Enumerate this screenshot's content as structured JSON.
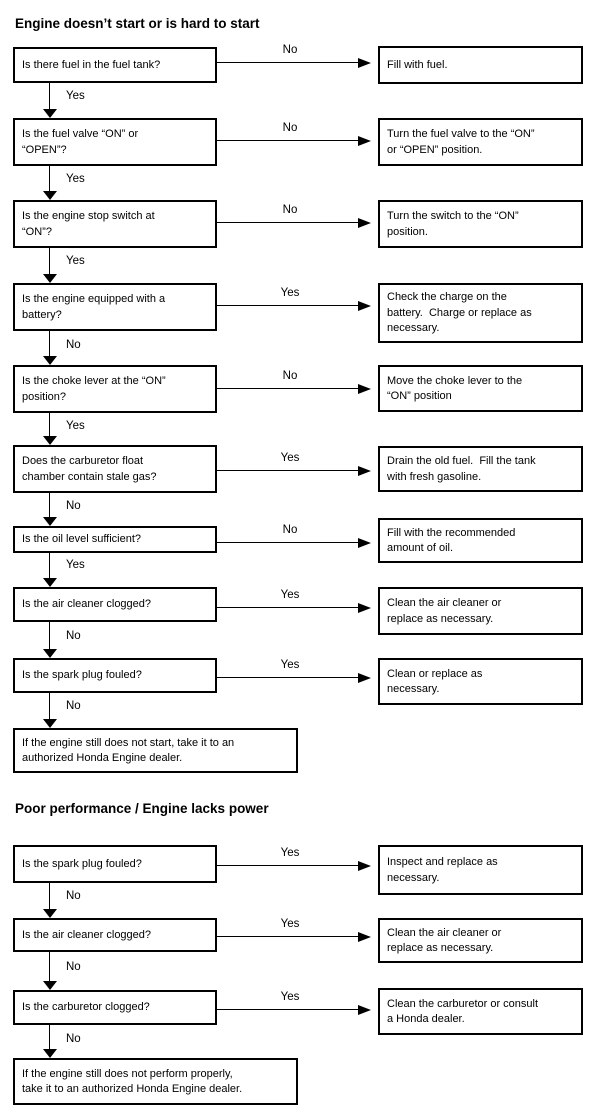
{
  "colors": {
    "ink": "#000000",
    "background": "#ffffff"
  },
  "section1": {
    "title": "Engine doesn’t start or is hard to start",
    "rows": [
      {
        "question": "Is there fuel in the fuel tank?",
        "branch_label": "No",
        "answer": "Fill with fuel.",
        "down_label": "Yes"
      },
      {
        "question": "Is the fuel valve “ON” or\n“OPEN”?",
        "branch_label": "No",
        "answer": "Turn the fuel valve to the “ON”\nor “OPEN” position.",
        "down_label": "Yes"
      },
      {
        "question": "Is the engine stop switch at\n“ON”?",
        "branch_label": "No",
        "answer": "Turn the switch to the “ON”\nposition.",
        "down_label": "Yes"
      },
      {
        "question": "Is the engine equipped with a\nbattery?",
        "branch_label": "Yes",
        "answer": "Check the charge on the\nbattery.  Charge or replace as\nnecessary.",
        "down_label": "No"
      },
      {
        "question": "Is the choke lever at the “ON”\nposition?",
        "branch_label": "No",
        "answer": "Move the choke lever to the\n“ON” position",
        "down_label": "Yes"
      },
      {
        "question": "Does the carburetor float\nchamber contain stale gas?",
        "branch_label": "Yes",
        "answer": "Drain the old fuel.  Fill the tank\nwith fresh gasoline.",
        "down_label": "No"
      },
      {
        "question": "Is the oil level sufficient?",
        "branch_label": "No",
        "answer": "Fill with the recommended\namount of oil.",
        "down_label": "Yes"
      },
      {
        "question": "Is the air cleaner clogged?",
        "branch_label": "Yes",
        "answer": "Clean the air cleaner or\nreplace as necessary.",
        "down_label": "No"
      },
      {
        "question": "Is the spark plug fouled?",
        "branch_label": "Yes",
        "answer": "Clean or replace as\nnecessary.",
        "down_label": "No"
      }
    ],
    "terminal": "If the engine still does not start, take it to an\nauthorized Honda Engine dealer."
  },
  "section2": {
    "title": "Poor performance / Engine lacks power",
    "rows": [
      {
        "question": "Is the spark plug fouled?",
        "branch_label": "Yes",
        "answer": "Inspect and replace as\nnecessary.",
        "down_label": "No"
      },
      {
        "question": "Is the air cleaner clogged?",
        "branch_label": "Yes",
        "answer": "Clean the air cleaner or\nreplace as necessary.",
        "down_label": "No"
      },
      {
        "question": "Is the carburetor clogged?",
        "branch_label": "Yes",
        "answer": "Clean the carburetor or consult\na Honda dealer.",
        "down_label": "No"
      }
    ],
    "terminal": "If the engine still does not perform properly,\ntake it to an authorized Honda Engine dealer."
  }
}
